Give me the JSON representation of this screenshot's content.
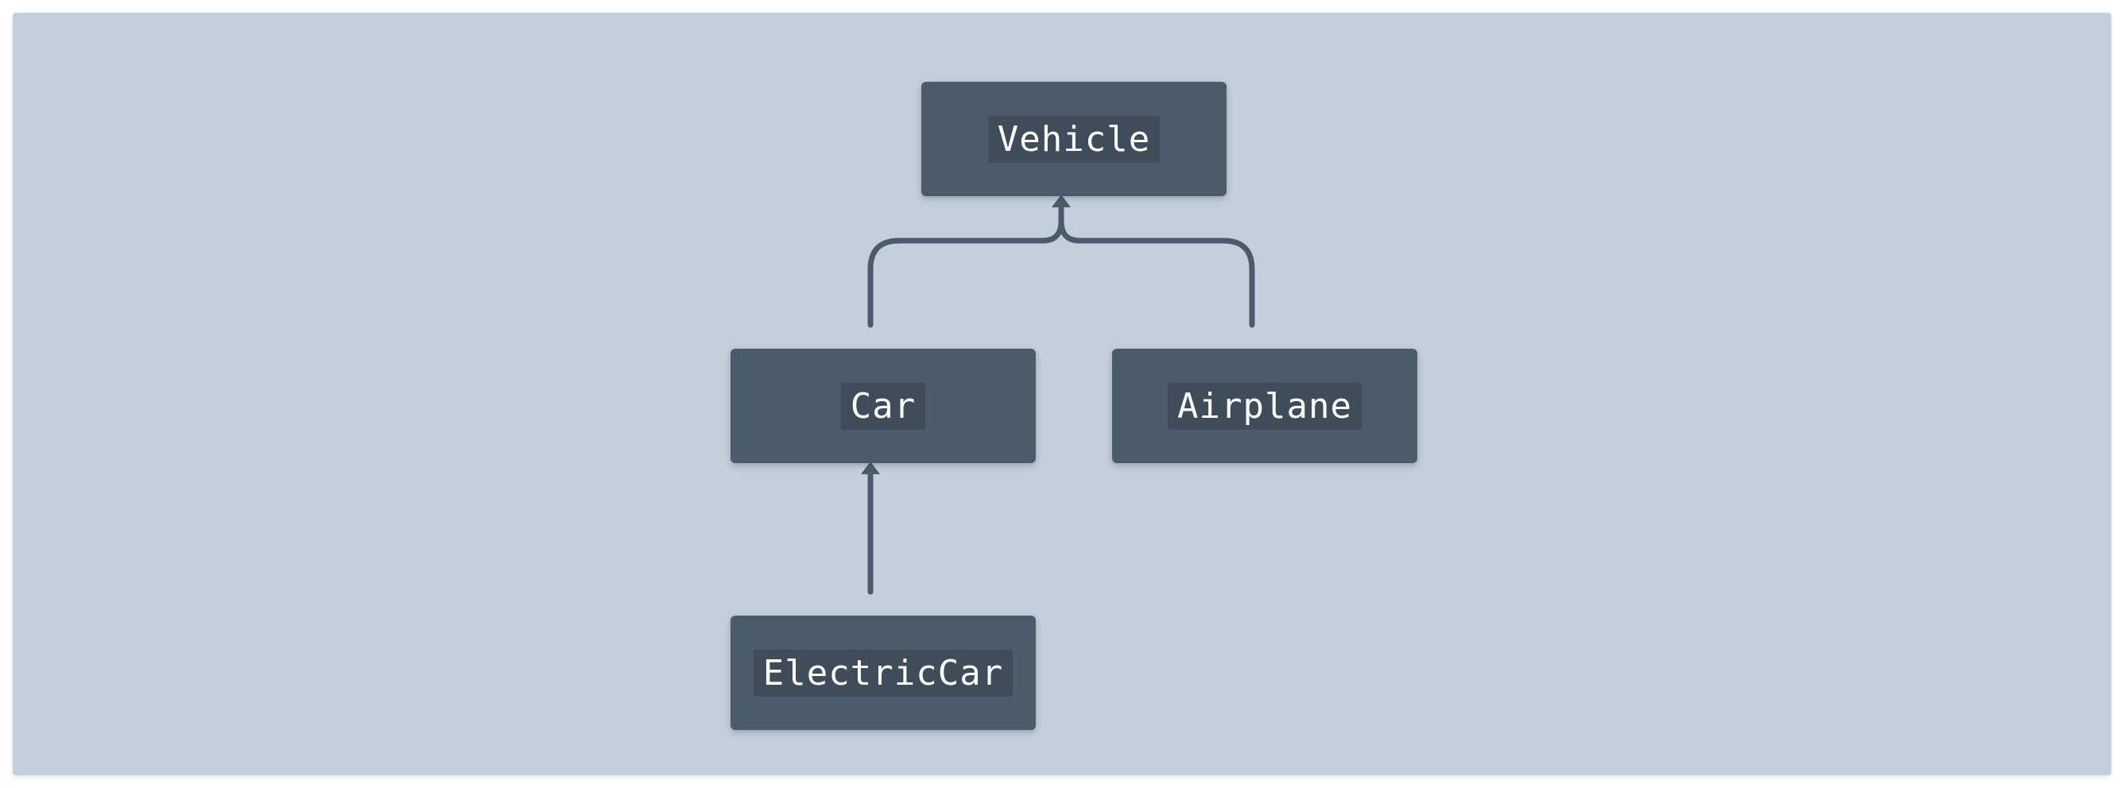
{
  "diagram": {
    "nodes": [
      {
        "id": "vehicle",
        "label": "Vehicle"
      },
      {
        "id": "car",
        "label": "Car"
      },
      {
        "id": "airplane",
        "label": "Airplane"
      },
      {
        "id": "electriccar",
        "label": "ElectricCar"
      }
    ],
    "edges": [
      {
        "from": "car",
        "to": "vehicle"
      },
      {
        "from": "airplane",
        "to": "vehicle"
      },
      {
        "from": "electriccar",
        "to": "car"
      }
    ],
    "colors": {
      "background": "#c3cfd9",
      "node_fill": "#4b5b6a",
      "label_fill": "#3f4d5a",
      "label_text": "#ffffff",
      "edge": "#4b5b6a"
    }
  }
}
